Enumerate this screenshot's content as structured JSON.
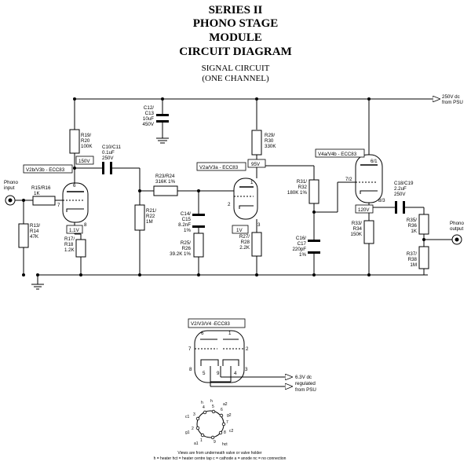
{
  "title": {
    "line1": "SERIES II",
    "line2": "PHONO STAGE",
    "line3": "MODULE",
    "line4": "CIRCUIT DIAGRAM",
    "sub1": "SIGNAL CIRCUIT",
    "sub2": "(ONE CHANNEL)"
  },
  "supply": {
    "line1": "250V dc",
    "line2": "from PSU"
  },
  "input": {
    "line1": "Phono",
    "line2": "input"
  },
  "output": {
    "line1": "Phono",
    "line2": "output"
  },
  "valves": {
    "v2b": "V2b/V3b - ECC83",
    "v2a": "V2a/V3a - ECC83",
    "v4a": "V4a/V4b - ECC83"
  },
  "voltages": {
    "a150": "150V",
    "k11": "1.1V",
    "a95": "95V",
    "k1": "1V",
    "k120": "120V"
  },
  "pins": {
    "v2b_a": "6",
    "v2b_g": "7",
    "v2b_k": "8",
    "v2a_a": "1",
    "v2a_g": "2",
    "v2a_k": "3",
    "v4_a": "6/1",
    "v4_g": "7/2",
    "v4_k": "8/3"
  },
  "components": {
    "r19": {
      "l1": "R19/",
      "l2": "R20",
      "l3": "100K"
    },
    "c12": {
      "l1": "C12/",
      "l2": "C13",
      "l3": "10uF",
      "l4": "450V"
    },
    "r29": {
      "l1": "R29/",
      "l2": "R30",
      "l3": "330K"
    },
    "c10": {
      "l1": "C10/C11",
      "l2": "0.1uF",
      "l3": "250V"
    },
    "r15": {
      "l1": "R15/R16",
      "l2": "1K"
    },
    "r13": {
      "l1": "R13/",
      "l2": "R14",
      "l3": "47K"
    },
    "r17": {
      "l1": "R17/",
      "l2": "R18",
      "l3": "1.2K"
    },
    "r23": {
      "l1": "R23/R24",
      "l2": "316K 1%"
    },
    "r21": {
      "l1": "R21/",
      "l2": "R22",
      "l3": "1M"
    },
    "c14": {
      "l1": "C14/",
      "l2": "C15",
      "l3": "8.2nF",
      "l4": "1%"
    },
    "r25": {
      "l1": "R25/",
      "l2": "R26",
      "l3": "39.2K 1%"
    },
    "r27": {
      "l1": "R27/",
      "l2": "R28",
      "l3": "2.2K"
    },
    "r31": {
      "l1": "R31/",
      "l2": "R32",
      "l3": "180K 1%"
    },
    "c16": {
      "l1": "C16/",
      "l2": "C17",
      "l3": "220pF",
      "l4": "1%"
    },
    "r33": {
      "l1": "R33/",
      "l2": "R34",
      "l3": "150K"
    },
    "c18": {
      "l1": "C18/C19",
      "l2": "2.2uF",
      "l3": "250V"
    },
    "r35": {
      "l1": "R35/",
      "l2": "R36",
      "l3": "1K"
    },
    "r37": {
      "l1": "R37/",
      "l2": "R38",
      "l3": "1M"
    }
  },
  "heater": {
    "title": "V2/V3/V4 -ECC83",
    "p6": "6",
    "p1": "1",
    "p7": "7",
    "p2": "2",
    "p8": "8",
    "p3": "3",
    "p5": "5",
    "p9": "9",
    "p4": "4",
    "supply1": "6.3V dc",
    "supply2": "regulated",
    "supply3": "from PSU"
  },
  "base": {
    "h1": "h",
    "h2": "h",
    "a2": "a2",
    "c1": "c1",
    "g2": "g2",
    "g1": "g1",
    "c2": "c2",
    "a1": "a1",
    "hct": "hct",
    "n4": "4",
    "n5": "5",
    "n6": "6",
    "n3": "3",
    "n7": "7",
    "n2": "2",
    "n8": "8",
    "n1": "1",
    "n9": "9"
  },
  "footnote": {
    "line1": "Views are from underneath valve or valve holder",
    "line2": "h = heater  hct = heater centre tap  c = cathode  a = anode  nc = no connection"
  }
}
